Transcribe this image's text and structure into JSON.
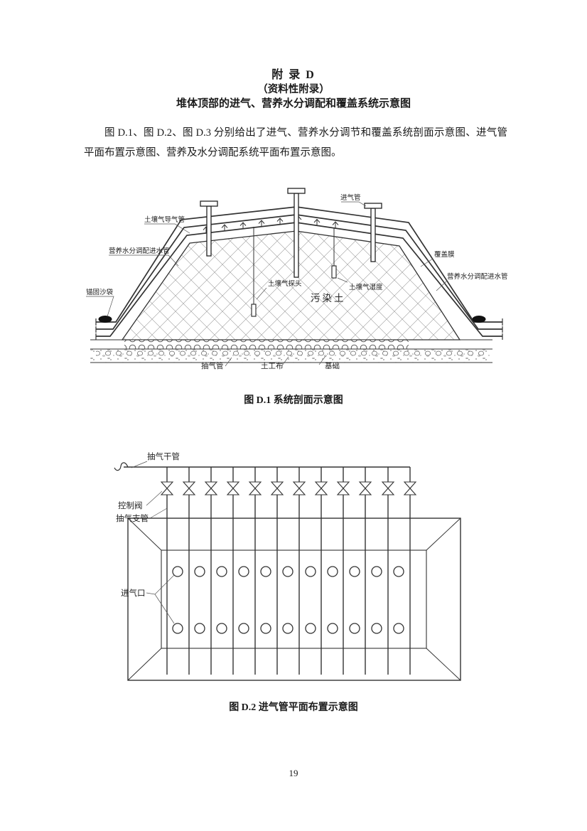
{
  "header": {
    "appendix_title": "附  录  D",
    "appendix_type": "（资料性附录）",
    "appendix_subtitle": "堆体顶部的进气、营养水分调配和覆盖系统示意图",
    "intro_paragraph": "图 D.1、图 D.2、图 D.3 分别给出了进气、营养水分调节和覆盖系统剖面示意图、进气管平面布置示意图、营养及水分调配系统平面布置示意图。"
  },
  "figure1": {
    "caption": "图 D.1 系统剖面示意图",
    "labels": {
      "soil_gas_conduit": "土壤气导气管",
      "air_inlet_pipe": "进气管",
      "nutrient_water_inlet_left": "营养水分调配进水管",
      "cover_membrane": "覆盖膜",
      "nutrient_water_inlet_right": "营养水分调配进水管",
      "anchor_sandbag": "锚固沙袋",
      "soil_gas_probe": "土壤气探头",
      "soil_gas_humidity": "土壤气湿度",
      "contaminated_soil": "污染土",
      "extraction_pipe": "抽气管",
      "geotextile": "土工布",
      "foundation": "基础"
    }
  },
  "figure2": {
    "caption": "图 D.2 进气管平面布置示意图",
    "labels": {
      "extraction_main": "抽气干管",
      "control_valve": "控制阀",
      "extraction_branch": "抽气支管",
      "air_inlet": "进气口"
    },
    "branch_pipe_count": 12,
    "inlet_rows": 2,
    "inlet_columns": 11
  },
  "page": {
    "number": "19"
  }
}
